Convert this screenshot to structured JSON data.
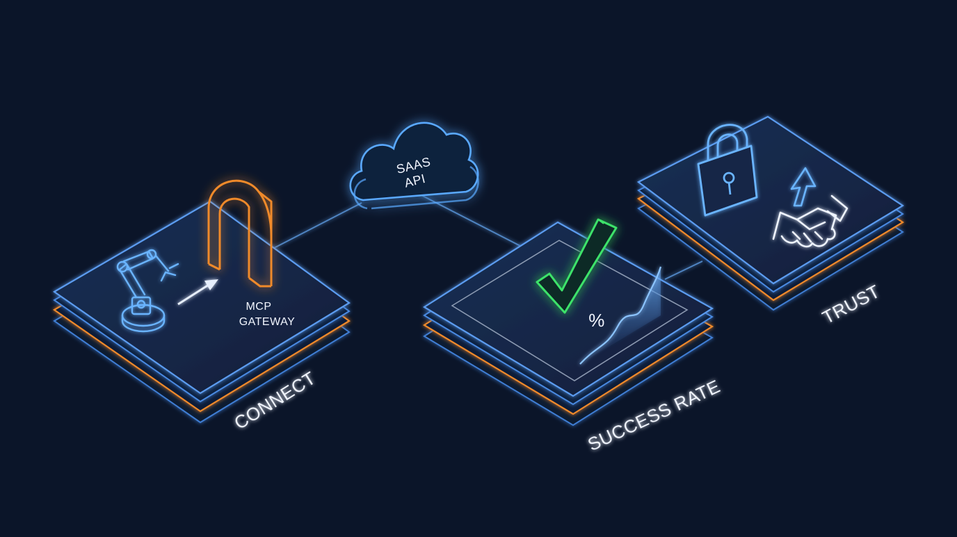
{
  "colors": {
    "background": "#0b1529",
    "panel_edge": "#4f8fe6",
    "panel_glow": "#2f6fd6",
    "accent_orange": "#f08a2c",
    "check_green": "#3ee36a",
    "cloud_blue": "#5aa9ff",
    "label_text": "#f2f6ff"
  },
  "nodes": {
    "connect": {
      "label": "CONNECT",
      "gateway_label_line1": "MCP",
      "gateway_label_line2": "GATEWAY",
      "icons": [
        "robot-arm-icon",
        "arrow-icon",
        "gateway-arch-icon"
      ]
    },
    "cloud": {
      "label_line1": "SAAS",
      "label_line2": "API",
      "icon": "cloud-icon"
    },
    "success": {
      "label": "SUCCESS RATE",
      "percent_symbol": "%",
      "icons": [
        "checkmark-icon",
        "area-chart-icon"
      ]
    },
    "trust": {
      "label": "TRUST",
      "icons": [
        "padlock-icon",
        "up-arrow-icon",
        "handshake-icon"
      ]
    }
  }
}
